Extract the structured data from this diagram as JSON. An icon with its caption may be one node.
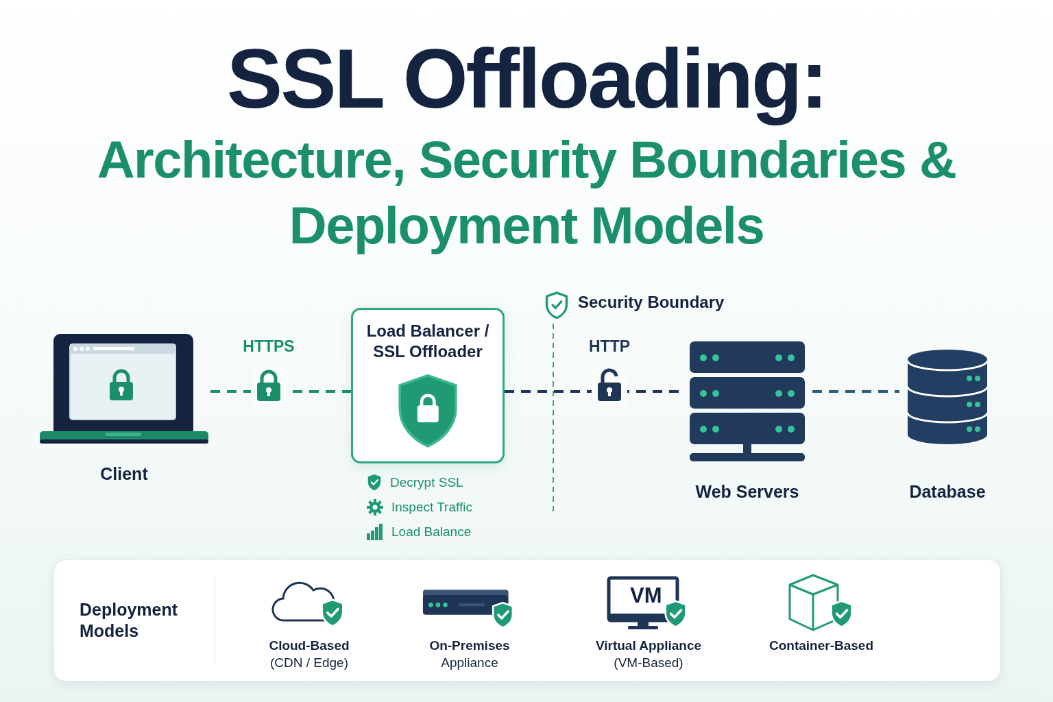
{
  "diagram": {
    "title": "SSL Offloading:",
    "nodes": [
      {
        "text": [
          "Client"
        ]
      },
      {
        "text": [
          "Load Balancer / SSL Offloader"
        ],
        "beside": [
          "Decrypt SSL",
          "Inspect Traffic",
          "Load Balance"
        ]
      },
      {
        "text": [
          "Web Servers"
        ]
      },
      {
        "text": [
          "Database"
        ]
      },
      {
        "text": [
          "Deployment Models"
        ]
      },
      {
        "text": [
          "Cloud-Based",
          "(CDN / Edge)"
        ],
        "in": 4
      },
      {
        "text": [
          "On-Premises",
          "Appliance"
        ],
        "in": 4
      },
      {
        "text": [
          "Virtual Appliance",
          "(VM-Based)"
        ],
        "in": 4
      },
      {
        "text": [
          "Container-Based"
        ],
        "in": 4
      }
    ],
    "edges": [
      {
        "from": 0,
        "to": 1,
        "arrow": "none",
        "label": "HTTPS",
        "style": "dashed",
        "color": "#1b8f6c"
      },
      {
        "from": 1,
        "to": 2,
        "arrow": "none",
        "label": "HTTP",
        "style": "dashed",
        "color": "#1f3556"
      },
      {
        "from": 2,
        "to": 3,
        "arrow": "none",
        "style": "dashed",
        "color": "#2c5d80"
      }
    ],
    "labels": [
      "Architecture, Security Boundaries & Deployment Models",
      "Security Boundary",
      "VM"
    ]
  }
}
